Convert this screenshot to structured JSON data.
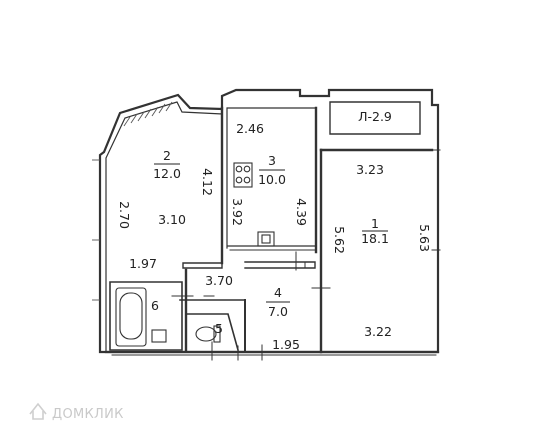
{
  "rooms": [
    {
      "id": "1",
      "number": "1",
      "area": "18.1",
      "dims": [
        "3.23",
        "5.62",
        "5.63",
        "3.22"
      ]
    },
    {
      "id": "2",
      "number": "2",
      "area": "12.0",
      "dims": [
        "4.12",
        "2.70",
        "3.10",
        "1.97"
      ]
    },
    {
      "id": "3",
      "number": "3",
      "area": "10.0",
      "dims": [
        "2.46",
        "3.92",
        "4.39"
      ]
    },
    {
      "id": "4",
      "number": "4",
      "area": "7.0",
      "dims": [
        "3.70",
        "1.95"
      ]
    },
    {
      "id": "5",
      "number": "5"
    },
    {
      "id": "6",
      "number": "6"
    }
  ],
  "balcony": {
    "label": "Л-2.9"
  },
  "watermark": {
    "text": "ДОМКЛИК"
  }
}
